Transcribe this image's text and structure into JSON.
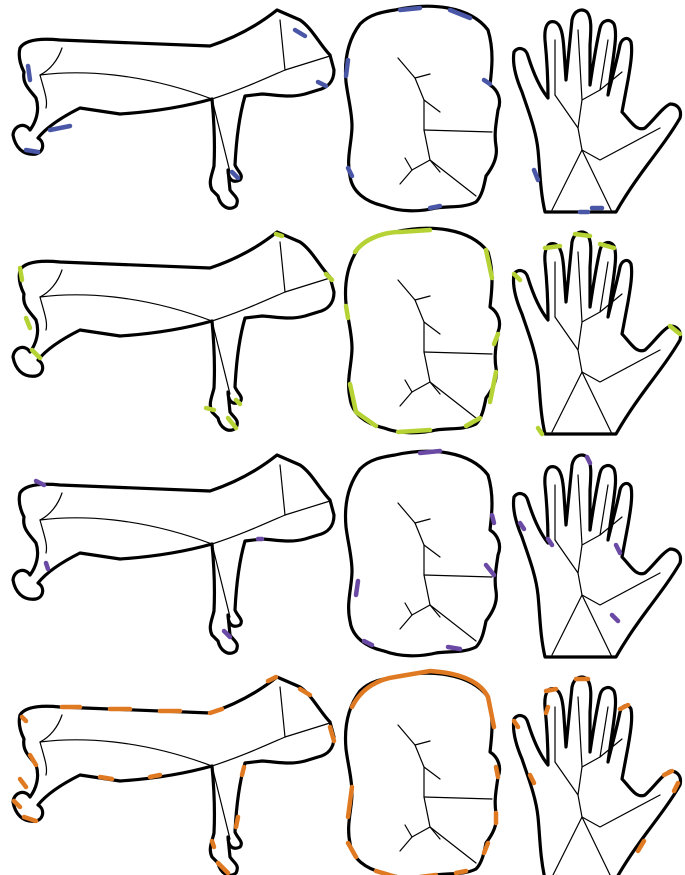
{
  "figure": {
    "shapes": [
      "dog",
      "head",
      "hand"
    ],
    "rows": [
      {
        "id": "row-1",
        "highlight_color": "#4a56a6"
      },
      {
        "id": "row-2",
        "highlight_color": "#b5d334"
      },
      {
        "id": "row-3",
        "highlight_color": "#6a4aa5"
      },
      {
        "id": "row-4",
        "highlight_color": "#e07a22"
      }
    ]
  }
}
